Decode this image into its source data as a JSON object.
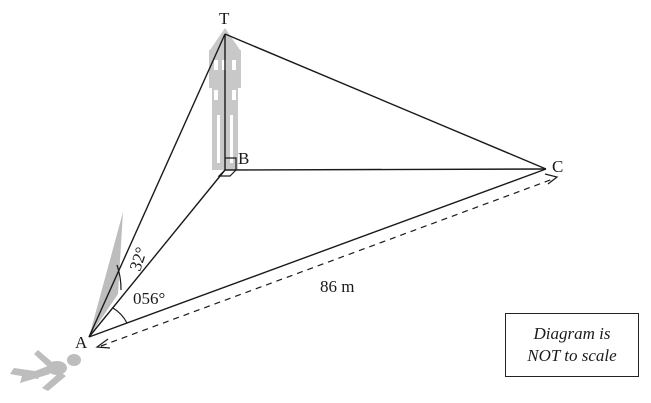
{
  "points": {
    "T": "T",
    "B": "B",
    "C": "C",
    "A": "A"
  },
  "angles": {
    "elevation": "32°",
    "bearing": "056°"
  },
  "distance": {
    "AC": "86 m"
  },
  "note": {
    "line1": "Diagram is",
    "line2": "NOT to scale"
  },
  "icons": {
    "tower": "tower-icon",
    "person": "person-icon"
  },
  "colors": {
    "line": "#1a1a1a",
    "tower_fill": "#c8c8c8",
    "shade": "#bdbdbd"
  }
}
